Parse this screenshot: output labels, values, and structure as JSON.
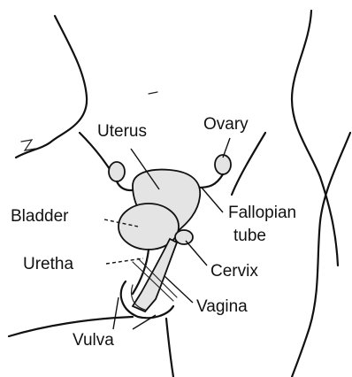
{
  "labels": {
    "uterus": "Uterus",
    "ovary": "Ovary",
    "bladder": "Bladder",
    "fallopian_line1": "Fallopian",
    "fallopian_line2": "tube",
    "uretha": "Uretha",
    "cervix": "Cervix",
    "vagina": "Vagina",
    "vulva": "Vulva"
  },
  "colors": {
    "ink": "#111111",
    "organ_fill": "#e4e4e4",
    "background": "#ffffff"
  }
}
